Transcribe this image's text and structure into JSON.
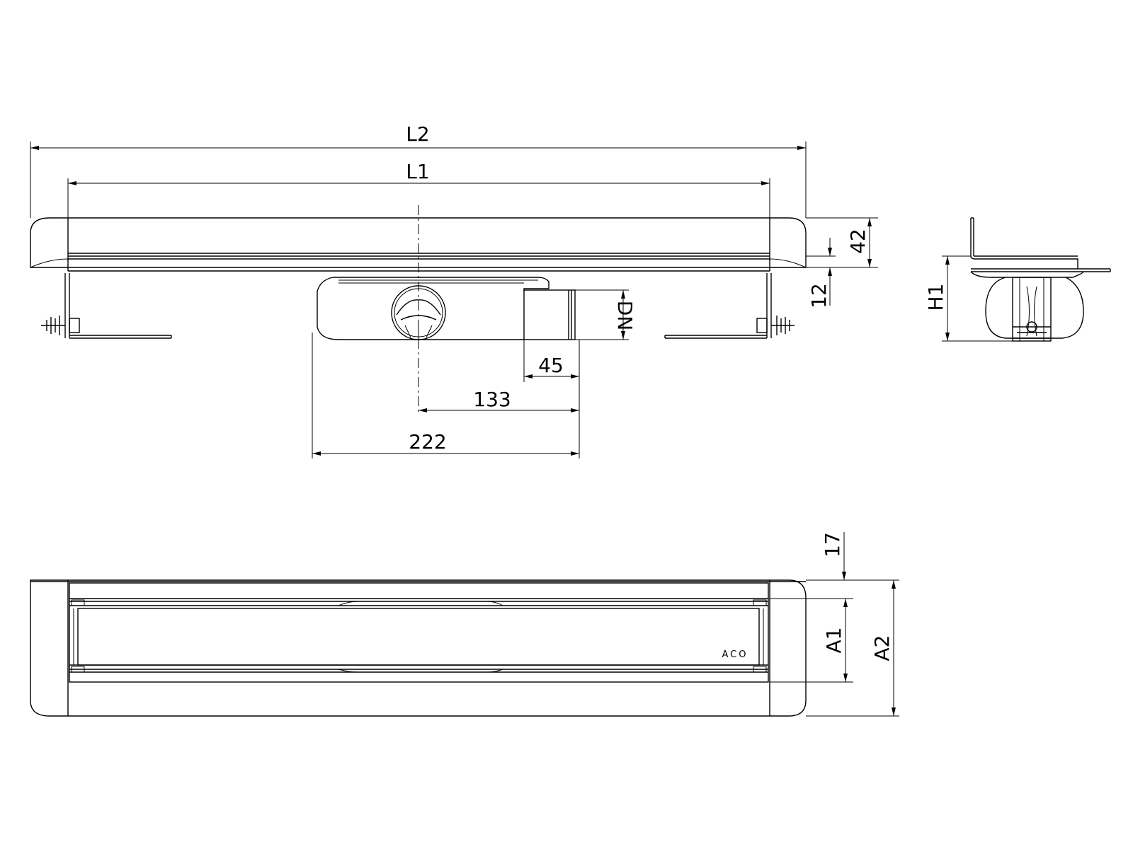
{
  "drawing": {
    "labels": {
      "L2": "L2",
      "L1": "L1",
      "h42": "42",
      "h12": "12",
      "DN": "DN",
      "d45": "45",
      "d133": "133",
      "d222": "222",
      "H1": "H1",
      "h17": "17",
      "A1": "A1",
      "A2": "A2"
    },
    "logo": "ACO"
  }
}
